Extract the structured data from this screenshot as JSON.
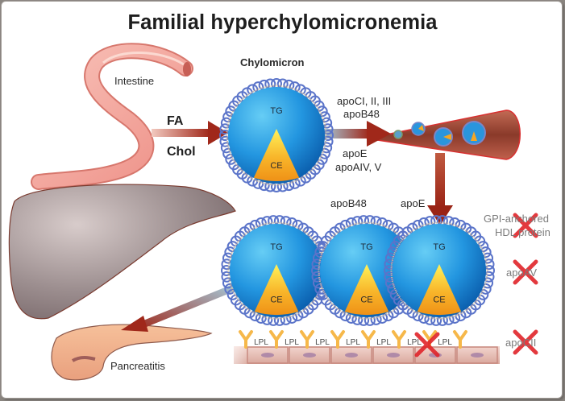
{
  "title": "Familial hyperchylomicronemia",
  "organs": {
    "intestine": "Intestine",
    "pancreas": "Pancreatitis"
  },
  "inputs": {
    "fa": "FA",
    "chol": "Chol"
  },
  "chylomicron": {
    "label": "Chylomicron",
    "core_tg": "TG",
    "core_ce": "CE",
    "apos_top_1": "apoCI, II, III",
    "apos_top_2": "apoB48",
    "apos_bottom_1": "apoE",
    "apos_bottom_2": "apoAIV, V"
  },
  "cluster": {
    "label_apob48": "apoB48",
    "label_apoe": "apoE",
    "particles": [
      {
        "tg": "TG",
        "ce": "CE"
      },
      {
        "tg": "TG",
        "ce": "CE"
      },
      {
        "tg": "TG",
        "ce": "CE"
      }
    ]
  },
  "lpl": {
    "labels": [
      "LPL",
      "LPL",
      "LPL",
      "LPL",
      "LPL",
      "LPL",
      "LPL"
    ],
    "blocked_index": 5
  },
  "deficiencies": [
    {
      "line1": "GPI-anchored",
      "line2": "HDL protein"
    },
    {
      "line1": "apoAV"
    },
    {
      "line1": "apoCII"
    }
  ],
  "colors": {
    "particle_blue": "#1e8ad6",
    "particle_light": "#5ec6f2",
    "ce_orange": "#f5a623",
    "ce_yellow": "#ffe84a",
    "shell_blue": "#5b74c9",
    "arrow_red": "#a0281a",
    "cross_red": "#e0242a",
    "liver": "#8e7f80",
    "intestine": "#f3a29a"
  }
}
